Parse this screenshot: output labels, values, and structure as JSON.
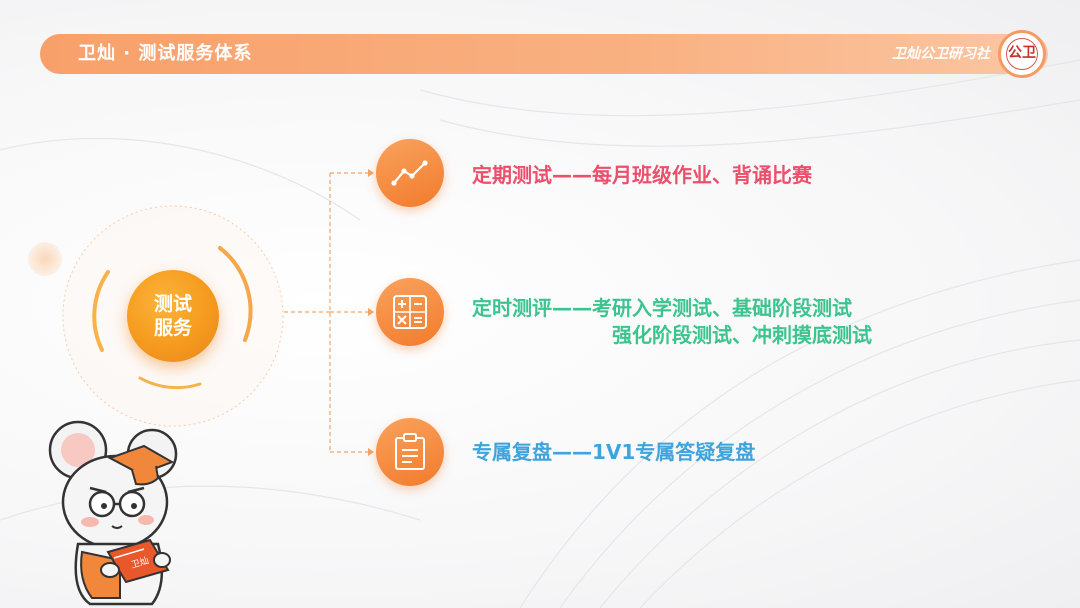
{
  "header": {
    "title": "卫灿 · 测试服务体系",
    "brand": "卫灿公卫研习社",
    "seal_text": "公卫"
  },
  "center": {
    "line1": "测试",
    "line2": "服务"
  },
  "items": [
    {
      "icon": "line-chart-icon",
      "text": "定期测试——每月班级作业、背诵比赛",
      "color": "#ec4f6b"
    },
    {
      "icon": "calculator-icon",
      "text": "定时测评——考研入学测试、基础阶段测试",
      "text2": "强化阶段测试、冲刺摸底测试",
      "color": "#3cc48f"
    },
    {
      "icon": "clipboard-icon",
      "text": "专属复盘——1V1专属答疑复盘",
      "color": "#3fa4dc"
    }
  ],
  "mascot": {
    "book_label": "卫灿"
  },
  "colors": {
    "accent": "#f27b2c",
    "header": "#f8a06a"
  }
}
